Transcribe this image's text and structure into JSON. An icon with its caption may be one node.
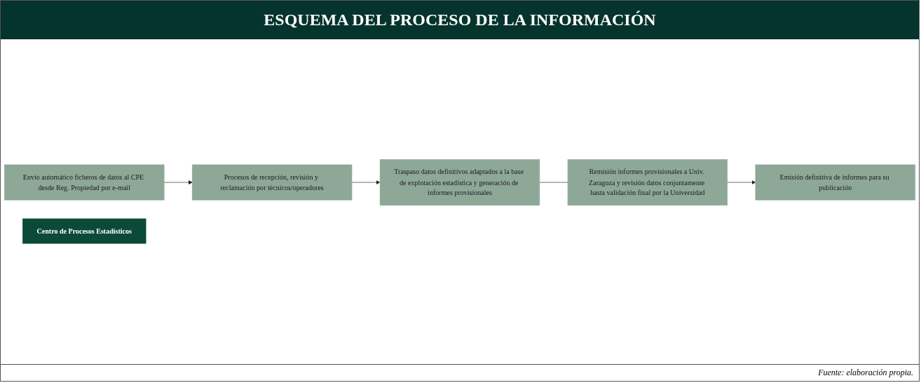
{
  "diagram": {
    "title": "ESQUEMA DEL PROCESO DE LA INFORMACIÓN",
    "caption": "Fuente: elaboración propia.",
    "nodes": [
      {
        "text": [
          "Envío automático ficheros de datos al CPE desde Reg. Propiedad por e-mail"
        ]
      },
      {
        "text": [
          "Procesos de recepción, revisión y reclamación por técnicos/operadores"
        ]
      },
      {
        "text": [
          "Traspaso datos definitivos adaptados a la base de explotación estadística y generación de informes provisionales"
        ]
      },
      {
        "text": [
          "Centro de Procesos Estadísticos"
        ]
      },
      {
        "text": [
          "Remisión informes provisionales a Univ. Zaragoza y revisión datos conjuntamente hasta validación final por la Universidad"
        ]
      },
      {
        "text": [
          "Emisión definitiva de informes para su publicación"
        ]
      }
    ],
    "edges": [
      {
        "from": 0,
        "to": 1,
        "arrow": "to"
      },
      {
        "from": 1,
        "to": 2,
        "arrow": "to"
      },
      {
        "from": 2,
        "to": 4,
        "arrow": "none"
      },
      {
        "from": 4,
        "to": 5,
        "arrow": "to"
      }
    ]
  }
}
